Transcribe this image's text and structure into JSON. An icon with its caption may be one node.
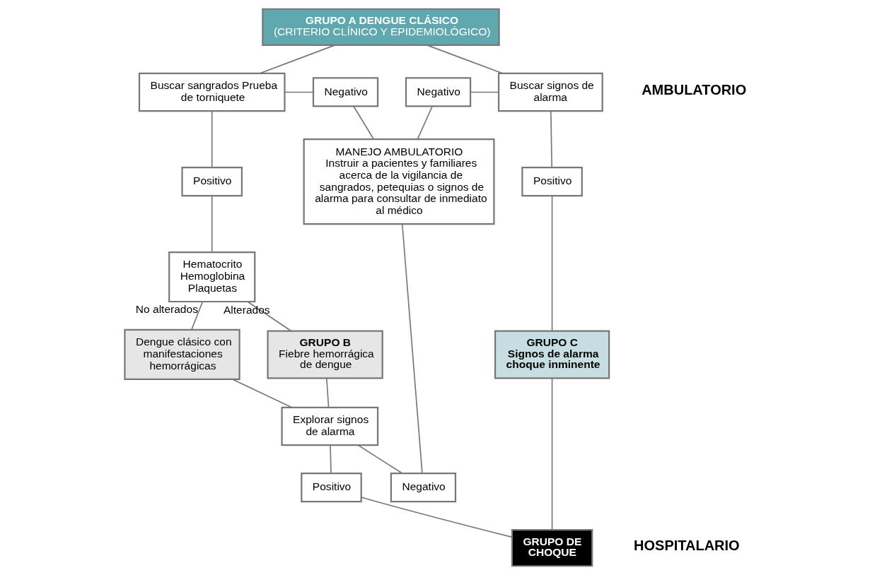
{
  "diagram": {
    "nodes": [
      {
        "text": [
          "GRUPO A DENGUE CLÁSICO",
          "(CRITERIO CLÍNICO Y EPIDEMIOLÓGICO)"
        ]
      },
      {
        "text": [
          "Buscar sangrados Prueba de torniquete"
        ]
      },
      {
        "text": [
          "Negativo"
        ]
      },
      {
        "text": [
          "Negativo"
        ]
      },
      {
        "text": [
          "Buscar signos de alarma"
        ]
      },
      {
        "text": [
          "MANEJO AMBULATORIO",
          "Instruir a pacientes y familiares acerca de la vigilancia de sangrados, petequias o signos de alarma para consultar de inmediato al médico"
        ]
      },
      {
        "text": [
          "Positivo"
        ]
      },
      {
        "text": [
          "Positivo"
        ]
      },
      {
        "text": [
          "Hematocrito Hemoglobina Plaquetas"
        ]
      },
      {
        "text": [
          "GRUPO C",
          "Signos de alarma choque inminente"
        ]
      },
      {
        "text": [
          "GRUPO B",
          "Fiebre hemorrágica de dengue"
        ]
      },
      {
        "text": [
          "Dengue clásico con manifestaciones hemorrágicas"
        ]
      },
      {
        "text": [
          "GRUPO DE CHOQUE"
        ]
      },
      {
        "text": [
          "Negativo"
        ]
      },
      {
        "text": [
          "Explorar signos de alarma"
        ]
      },
      {
        "text": [
          "Positivo"
        ]
      }
    ],
    "edges": [
      {
        "from": 0,
        "to": 1,
        "arrow": "none"
      },
      {
        "from": 0,
        "to": 4,
        "arrow": "none"
      },
      {
        "from": 1,
        "to": 2,
        "arrow": "none"
      },
      {
        "from": 3,
        "to": 4,
        "arrow": "none"
      },
      {
        "from": 2,
        "to": 5,
        "arrow": "none"
      },
      {
        "from": 3,
        "to": 5,
        "arrow": "none"
      },
      {
        "from": 1,
        "to": 6,
        "arrow": "none"
      },
      {
        "from": 4,
        "to": 7,
        "arrow": "none"
      },
      {
        "from": 6,
        "to": 8,
        "arrow": "none"
      },
      {
        "from": 7,
        "to": 9,
        "arrow": "none"
      },
      {
        "from": 8,
        "to": 10,
        "label": "Alterados",
        "arrow": "none"
      },
      {
        "from": 8,
        "to": 11,
        "label": "No alterados",
        "arrow": "none"
      },
      {
        "from": 5,
        "to": 13,
        "arrow": "none"
      },
      {
        "from": 9,
        "to": 12,
        "arrow": "none"
      },
      {
        "from": 10,
        "to": 14,
        "arrow": "none"
      },
      {
        "from": 11,
        "to": 14,
        "arrow": "none"
      },
      {
        "from": 14,
        "to": 13,
        "arrow": "none"
      },
      {
        "from": 14,
        "to": 15,
        "arrow": "none"
      },
      {
        "from": 15,
        "to": 12,
        "arrow": "none"
      }
    ],
    "labels": [
      "AMBULATORIO",
      "HOSPITALARIO"
    ]
  }
}
